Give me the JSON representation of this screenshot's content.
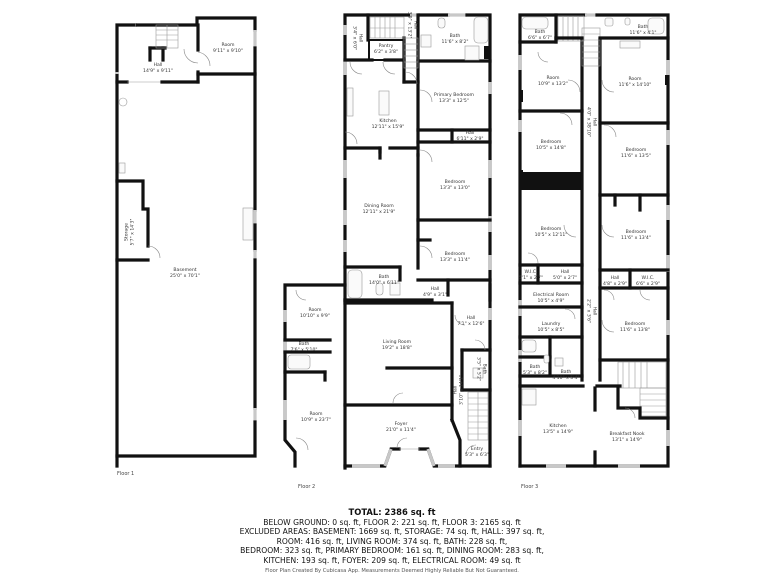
{
  "floors": [
    {
      "label": "Floor 1",
      "rooms": [
        {
          "name": "Hall",
          "dims": "14'9\" x 9'11\""
        },
        {
          "name": "Room",
          "dims": "9'11\" x 9'10\""
        },
        {
          "name": "Storage",
          "dims": "5'7\" x 14'3\""
        },
        {
          "name": "Basement",
          "dims": "25'0\" x 70'1\""
        }
      ]
    },
    {
      "label": "Floor 2",
      "rooms": [
        {
          "name": "Hall",
          "dims": "3'4\" x 6'0\""
        },
        {
          "name": "Pantry",
          "dims": "6'2\" x 3'8\""
        },
        {
          "name": "Hall",
          "dims": "3'9\" x 13'2\""
        },
        {
          "name": "Bath",
          "dims": "11'6\" x 8'2\""
        },
        {
          "name": "Primary Bedroom",
          "dims": "13'3\" x 12'5\""
        },
        {
          "name": "Kitchen",
          "dims": "12'11\" x 15'9\""
        },
        {
          "name": "Hall",
          "dims": "6'11\" x 2'9\""
        },
        {
          "name": "Bedroom",
          "dims": "13'3\" x 13'0\""
        },
        {
          "name": "Dining Room",
          "dims": "12'11\" x 21'9\""
        },
        {
          "name": "Bedroom",
          "dims": "13'3\" x 11'4\""
        },
        {
          "name": "Bath",
          "dims": "14'0\" x 6'11\""
        },
        {
          "name": "Hall",
          "dims": "4'9\" x 3'1\""
        },
        {
          "name": "Room",
          "dims": "10'10\" x 9'9\""
        },
        {
          "name": "Hall",
          "dims": "7'1\" x 12'6\""
        },
        {
          "name": "Bath",
          "dims": "7'6\" x 5'10\""
        },
        {
          "name": "Living Room",
          "dims": "19'2\" x 18'8\""
        },
        {
          "name": "Bath",
          "dims": "3'5\" x 5'2\""
        },
        {
          "name": "Hall",
          "dims": "3'10\" x 14'1\""
        },
        {
          "name": "Room",
          "dims": "10'9\" x 23'7\""
        },
        {
          "name": "Foyer",
          "dims": "21'0\" x 11'4\""
        },
        {
          "name": "Entry",
          "dims": "5'3\" x 6'3\""
        }
      ]
    },
    {
      "label": "Floor 3",
      "rooms": [
        {
          "name": "Bath",
          "dims": "6'6\" x 6'7\""
        },
        {
          "name": "Bath",
          "dims": "11'6\" x 4'1\""
        },
        {
          "name": "Room",
          "dims": "10'9\" x 13'2\""
        },
        {
          "name": "Room",
          "dims": "11'6\" x 14'10\""
        },
        {
          "name": "Hall",
          "dims": "4'0\" x 38'10\""
        },
        {
          "name": "Bedroom",
          "dims": "10'5\" x 14'8\""
        },
        {
          "name": "Bedroom",
          "dims": "11'6\" x 13'5\""
        },
        {
          "name": "Bedroom",
          "dims": "10'5\" x 12'11\""
        },
        {
          "name": "Bedroom",
          "dims": "11'6\" x 13'4\""
        },
        {
          "name": "W.I.C.",
          "dims": "5'1\" x 2'7\""
        },
        {
          "name": "Hall",
          "dims": "5'0\" x 2'7\""
        },
        {
          "name": "Hall",
          "dims": "4'8\" x 2'9\""
        },
        {
          "name": "W.I.C.",
          "dims": "6'6\" x 2'9\""
        },
        {
          "name": "Electrical Room",
          "dims": "10'5\" x 4'9\""
        },
        {
          "name": "Hall",
          "dims": "2'2\" x 3'6\""
        },
        {
          "name": "Laundry",
          "dims": "10'5\" x 8'5\""
        },
        {
          "name": "Bedroom",
          "dims": "11'6\" x 13'8\""
        },
        {
          "name": "Bath",
          "dims": "5'3\" x 8'2\""
        },
        {
          "name": "Bath",
          "dims": "4'10\" x 5'4\""
        },
        {
          "name": "Kitchen",
          "dims": "13'5\" x 14'9\""
        },
        {
          "name": "Breakfast Nook",
          "dims": "13'1\" x 14'9\""
        }
      ]
    }
  ],
  "summary": {
    "total": "TOTAL: 2386 sq. ft",
    "lines": [
      "BELOW GROUND: 0 sq. ft, FLOOR 2: 221 sq. ft, FLOOR 3: 2165 sq. ft",
      "EXCLUDED AREAS: BASEMENT: 1669 sq. ft, STORAGE: 74 sq. ft, HALL: 397 sq. ft,",
      "ROOM: 416 sq. ft, LIVING ROOM: 374 sq. ft, BATH: 228 sq. ft,",
      "BEDROOM: 323 sq. ft, PRIMARY BEDROOM: 161 sq. ft, DINING ROOM: 283 sq. ft,",
      "KITCHEN: 193 sq. ft, FOYER: 209 sq. ft, ELECTRICAL ROOM: 49 sq. ft"
    ]
  },
  "credit": "Floor Plan Created By Cubicasa App. Measurements Deemed Highly Reliable But Not Guaranteed."
}
